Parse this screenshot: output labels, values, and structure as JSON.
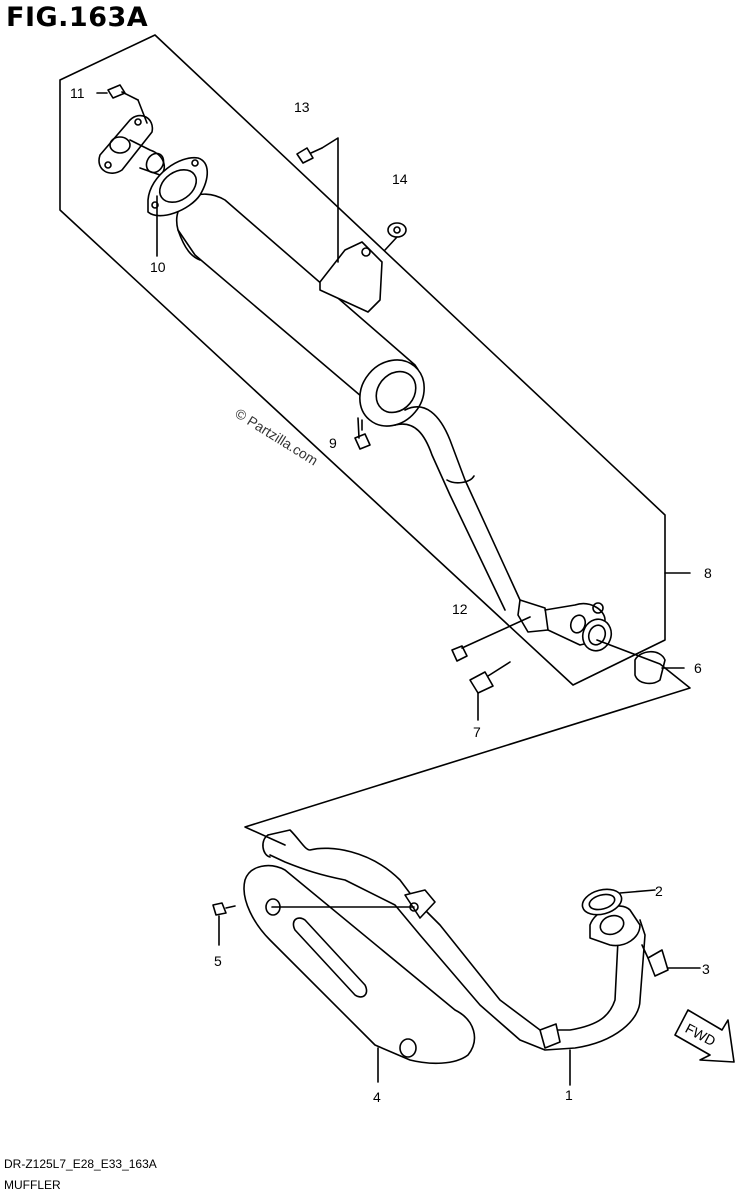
{
  "figure": {
    "title": "FIG.163A"
  },
  "watermark": "© Partzilla.com",
  "callouts": [
    {
      "id": "1",
      "label": "1"
    },
    {
      "id": "2",
      "label": "2"
    },
    {
      "id": "3",
      "label": "3"
    },
    {
      "id": "4",
      "label": "4"
    },
    {
      "id": "5",
      "label": "5"
    },
    {
      "id": "6",
      "label": "6"
    },
    {
      "id": "7",
      "label": "7"
    },
    {
      "id": "8",
      "label": "8"
    },
    {
      "id": "9",
      "label": "9"
    },
    {
      "id": "10",
      "label": "10"
    },
    {
      "id": "11",
      "label": "11"
    },
    {
      "id": "12",
      "label": "12"
    },
    {
      "id": "13",
      "label": "13"
    },
    {
      "id": "14",
      "label": "14"
    }
  ],
  "fwd_label": "FWD",
  "footer": {
    "code": "DR-Z125L7_E28_E33_163A",
    "name": "MUFFLER"
  }
}
